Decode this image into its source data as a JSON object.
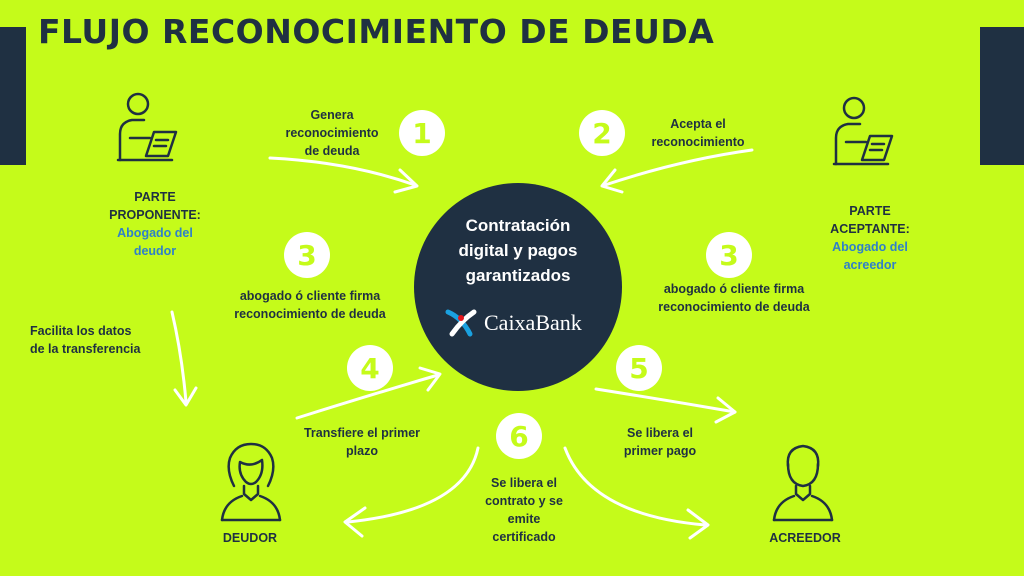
{
  "title": "FLUJO RECONOCIMIENTO DE DEUDA",
  "center": {
    "text_lines": [
      "Contratación",
      "digital y pagos",
      "garantizados"
    ],
    "brand": "CaixaBank"
  },
  "roles": {
    "proponente": {
      "role": [
        "PARTE",
        "PROPONENTE:"
      ],
      "who": [
        "Abogado del",
        "deudor"
      ]
    },
    "aceptante": {
      "role": [
        "PARTE",
        "ACEPTANTE:"
      ],
      "who": [
        "Abogado del",
        "acreedor"
      ]
    },
    "deudor": "DEUDOR",
    "acreedor": "ACREEDOR"
  },
  "steps": [
    {
      "number": "1",
      "label": [
        "Genera",
        "reconocimiento",
        "de deuda"
      ]
    },
    {
      "number": "2",
      "label": [
        "Acepta el",
        "reconocimiento"
      ]
    },
    {
      "number": "3",
      "label": [
        "abogado ó cliente firma",
        "reconocimiento de deuda"
      ]
    },
    {
      "number": "3",
      "label": [
        "abogado ó cliente firma",
        "reconocimiento de deuda"
      ]
    },
    {
      "number": "4",
      "label": [
        "Transfiere el primer",
        "plazo"
      ]
    },
    {
      "number": "5",
      "label": [
        "Se libera el",
        "primer pago"
      ]
    },
    {
      "number": "6",
      "label": [
        "Se libera el",
        "contrato y se",
        "emite",
        "certificado"
      ]
    }
  ],
  "side_note": [
    "Facilita los datos",
    "de la transferencia"
  ],
  "colors": {
    "background": "#c5fb1a",
    "navy": "#1f3042",
    "white": "#ffffff",
    "accent_blue": "#2f80c9"
  }
}
